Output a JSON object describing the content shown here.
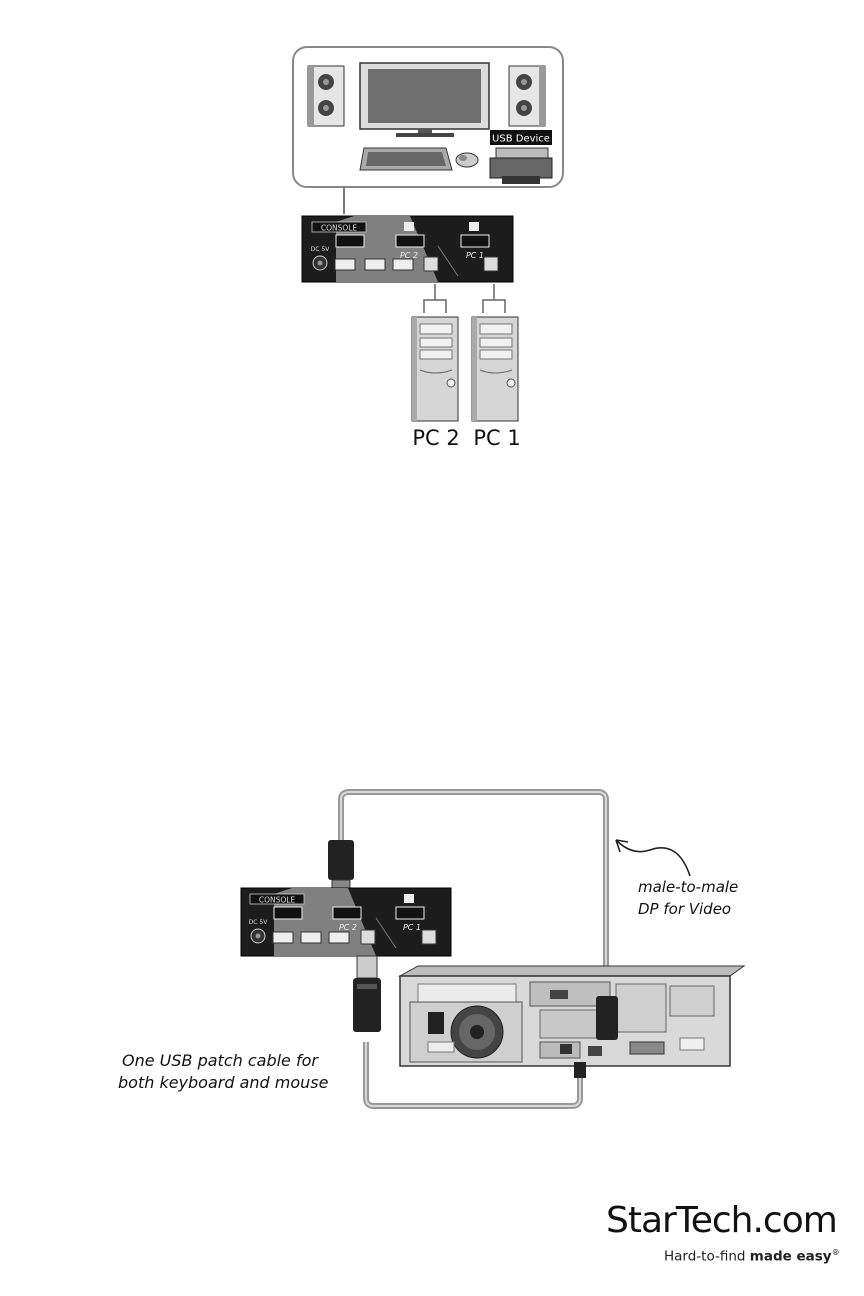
{
  "top_diagram": {
    "usb_device_label": "USB Device",
    "kvm": {
      "console_label": "CONSOLE",
      "dc_label": "DC 5V",
      "pc2_label": "PC 2",
      "pc1_label": "PC 1"
    },
    "pc_labels": [
      "PC 2",
      "PC 1"
    ]
  },
  "bottom_diagram": {
    "kvm": {
      "console_label": "CONSOLE",
      "dc_label": "DC 5V",
      "pc2_label": "PC 2",
      "pc1_label": "PC 1"
    },
    "annotation_dp": [
      "male-to-male",
      "DP for Video"
    ],
    "annotation_usb": [
      "One USB patch cable for",
      "both keyboard and mouse"
    ]
  },
  "logo": {
    "wordmark": "StarTech.com",
    "tagline_prefix": "Hard-to-find ",
    "tagline_bold": "made easy",
    "registered": "®"
  }
}
